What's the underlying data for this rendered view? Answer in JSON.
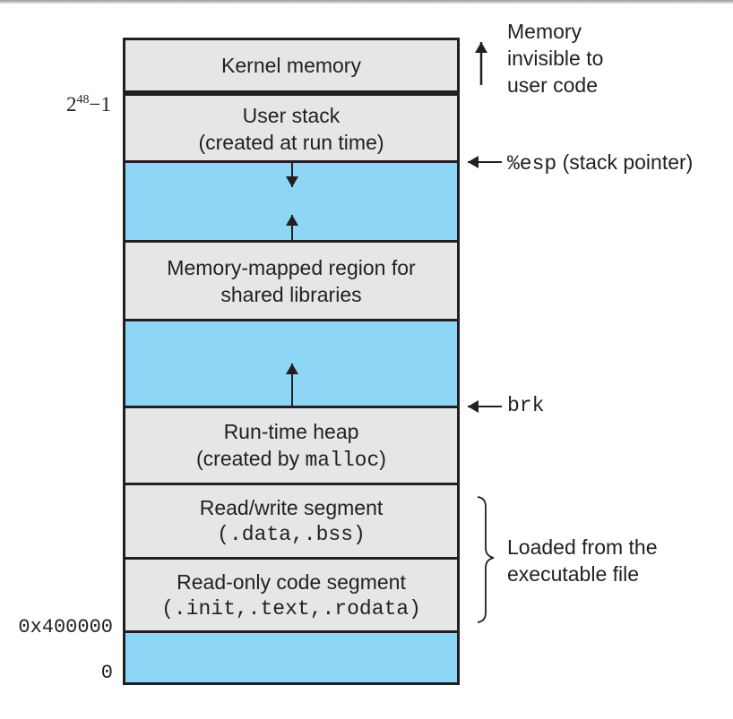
{
  "diagram": {
    "title": "Linux process virtual memory layout",
    "segments": [
      {
        "id": "kernel",
        "line1": "Kernel memory",
        "line2": "",
        "fill": "#e6e6e8"
      },
      {
        "id": "user-stack",
        "line1": "User stack",
        "line2": "(created at run time)",
        "fill": "#e6e6e8"
      },
      {
        "id": "stack-gap",
        "line1": "",
        "line2": "",
        "fill": "#8dd6f5"
      },
      {
        "id": "mmap",
        "line1": "Memory-mapped region for",
        "line2": "shared libraries",
        "fill": "#e6e6e8"
      },
      {
        "id": "heap-gap",
        "line1": "",
        "line2": "",
        "fill": "#8dd6f5"
      },
      {
        "id": "heap",
        "line1": "Run-time heap",
        "line2_prefix": "(created by ",
        "line2_code": "malloc",
        "line2_suffix": ")",
        "fill": "#e6e6e8"
      },
      {
        "id": "rw",
        "line1": "Read/write segment",
        "line2_code": "(.data,.bss)",
        "fill": "#e6e6e8"
      },
      {
        "id": "ro",
        "line1": "Read-only code segment",
        "line2_code": "(.init,.text,.rodata)",
        "fill": "#e6e6e8"
      },
      {
        "id": "reserved",
        "line1": "",
        "line2": "",
        "fill": "#8dd6f5"
      }
    ],
    "addresses": {
      "top_base": "2",
      "top_exp": "48",
      "top_suffix": "−1",
      "code_start": "0x400000",
      "zero": "0"
    },
    "annotations": {
      "kernel_note": [
        "Memory",
        "invisible to",
        "user code"
      ],
      "esp_code": "%esp",
      "esp_text": "(stack pointer)",
      "brk_code": "brk",
      "loaded_note": [
        "Loaded from the",
        "executable file"
      ]
    },
    "colors": {
      "gray_fill": "#e6e6e8",
      "blue_fill": "#8dd6f5",
      "line": "#231f20"
    }
  }
}
